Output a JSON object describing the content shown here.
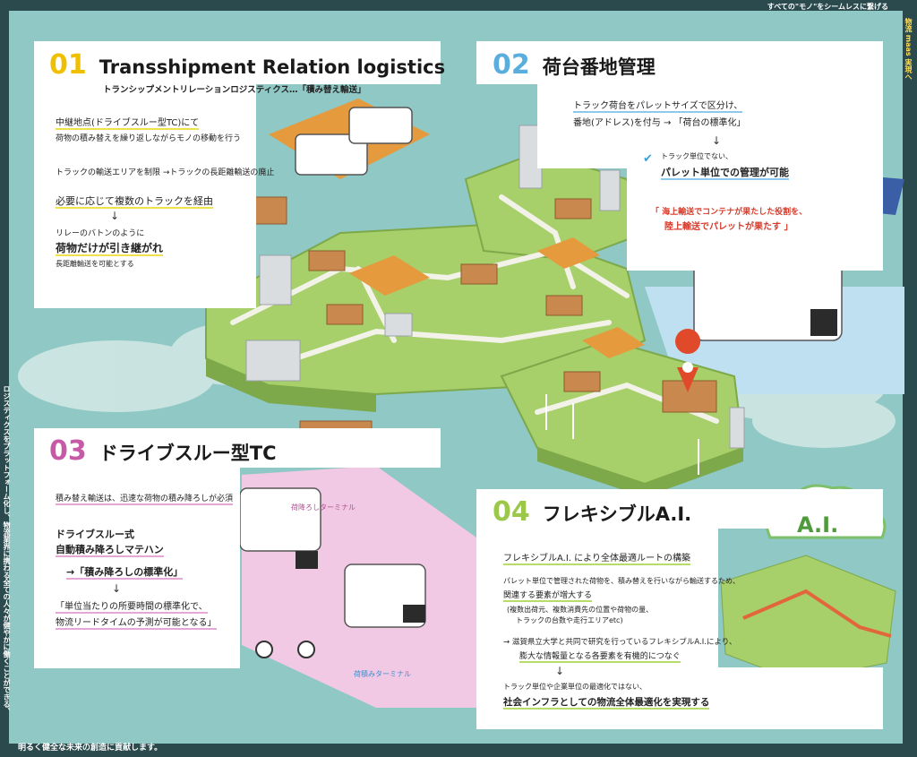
{
  "header": {
    "top_right": "すべての\"モノ\"をシームレスに繋げる",
    "side_right": "物流 maas 実現へ",
    "side_left": "ロジスティクスをプラットフォーム化し、物流業界に携わる全ての人々が健やかに働くことができる、",
    "bottom_left": "明るく健全な未来の創造に貢献します。"
  },
  "panel01": {
    "num": "01",
    "title": "Transshipment Relation logistics",
    "subtitle": "トランシップメントリレーションロジスティクス…「積み替え輸送」",
    "l1": "中継地点(ドライブスルー型TC)にて",
    "l2": "荷物の積み替えを繰り返しながらモノの移動を行う",
    "l3": "トラックの輸送エリアを制限 →トラックの長距離輸送の廃止",
    "l4": "必要に応じて複数のトラックを経由",
    "l5": "リレーのバトンのように",
    "l6": "荷物だけが引き継がれ",
    "l7": "長距離輸送を可能とする"
  },
  "panel02": {
    "num": "02",
    "title": "荷台番地管理",
    "l1": "トラック荷台をパレットサイズで区分け、",
    "l2": "番地(アドレス)を付与 → 「荷台の標準化」",
    "l3": "トラック単位でない、",
    "l4": "パレット単位での管理が可能",
    "l5": "「 海上輸送でコンテナが果たした役割を、",
    "l6": "陸上輸送でパレットが果たす 」"
  },
  "panel03": {
    "num": "03",
    "title": "ドライブスルー型TC",
    "l1": "積み替え輸送は、迅速な荷物の積み降ろしが必須",
    "l2": "ドライブスルー式",
    "l3": "自動積み降ろしマテハン",
    "l4": "→「積み降ろしの標準化」",
    "l5": "「単位当たりの所要時間の標準化で、",
    "l6": "物流リードタイムの予測が可能となる」",
    "unload": "荷降ろしターミナル",
    "load": "荷積みターミナル"
  },
  "panel04": {
    "num": "04",
    "title": "フレキシブルA.I.",
    "ai": "A.I.",
    "l1": "フレキシブルA.I. により全体最適ルートの構築",
    "l2": "パレット単位で管理された荷物を、積み替えを行いながら輸送するため、",
    "l3": "関連する要素が増大する",
    "l4": "(複数出荷元、複数消費先の位置や荷物の量、",
    "l5": "トラックの台数や走行エリアetc)",
    "l6": "→ 滋賀県立大学と共同で研究を行っているフレキシブルA.I.により、",
    "l7": "膨大な情報量となる各要素を有機的につなぐ",
    "l8": "トラック単位や企業単位の最適化ではない、",
    "l9": "社会インフラとしての物流全体最適化を実現する"
  },
  "colors": {
    "teal": "#8fc8c4",
    "green": "#a7cf6a",
    "orange": "#e08a3c",
    "yellow": "#f0e04a",
    "blue": "#8fc8ea",
    "pink": "#f2c9e4"
  }
}
